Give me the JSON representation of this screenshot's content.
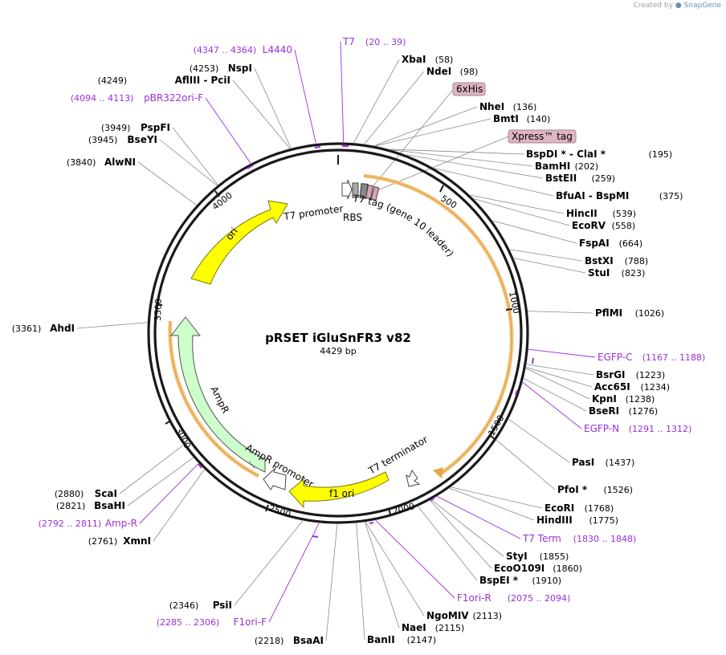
{
  "credit": {
    "prefix": "Created by",
    "brand": "SnapGene"
  },
  "plasmid": {
    "name": "pRSET iGluSnFR3 v82",
    "size_label": "4429 bp",
    "length": 4429
  },
  "tick_labels": [
    "500",
    "1000",
    "1500",
    "2000",
    "2500",
    "3000",
    "3500",
    "4000"
  ],
  "features": {
    "ori": "ori",
    "ampr": "AmpR",
    "ampr_promoter": "AmpR promoter",
    "f1ori": "f1 ori",
    "t7_terminator": "T7 terminator",
    "t7_promoter": "T7 promoter",
    "rbs": "RBS",
    "t7tag": "T7 tag (gene 10 leader)",
    "his": "6xHis",
    "xpress": "Xpress™ tag"
  },
  "sites": [
    {
      "name": "XbaI",
      "pos": "(58)"
    },
    {
      "name": "NdeI",
      "pos": "(98)"
    },
    {
      "name": "NheI",
      "pos": "(136)"
    },
    {
      "name": "BmtI",
      "pos": "(140)"
    },
    {
      "name": "BspDI *",
      "sep": "-",
      "name2": "ClaI *",
      "pos": "(195)"
    },
    {
      "name": "BamHI",
      "pos": "(202)"
    },
    {
      "name": "BstEII",
      "pos": "(259)"
    },
    {
      "name": "BfuAI",
      "sep": "-",
      "name2": "BspMI",
      "pos": "(375)"
    },
    {
      "name": "HincII",
      "pos": "(539)"
    },
    {
      "name": "EcoRV",
      "pos": "(558)"
    },
    {
      "name": "FspAI",
      "pos": "(664)"
    },
    {
      "name": "BstXI",
      "pos": "(788)"
    },
    {
      "name": "StuI",
      "pos": "(823)"
    },
    {
      "name": "PflMI",
      "pos": "(1026)"
    },
    {
      "name": "BsrGI",
      "pos": "(1223)"
    },
    {
      "name": "Acc65I",
      "pos": "(1234)"
    },
    {
      "name": "KpnI",
      "pos": "(1238)"
    },
    {
      "name": "BseRI",
      "pos": "(1276)"
    },
    {
      "name": "PasI",
      "pos": "(1437)"
    },
    {
      "name": "PfoI *",
      "pos": "(1526)"
    },
    {
      "name": "EcoRI",
      "pos": "(1768)"
    },
    {
      "name": "HindIII",
      "pos": "(1775)"
    },
    {
      "name": "StyI",
      "pos": "(1855)"
    },
    {
      "name": "EcoO109I",
      "pos": "(1860)"
    },
    {
      "name": "BspEI *",
      "pos": "(1910)"
    },
    {
      "name": "NgoMIV",
      "pos": "(2113)"
    },
    {
      "name": "NaeI",
      "pos": "(2115)"
    },
    {
      "name": "BanII",
      "pos": "(2147)"
    },
    {
      "name": "BsaAI",
      "pos": "(2218)"
    },
    {
      "name": "PsiI",
      "pos": "(2346)"
    },
    {
      "name": "XmnI",
      "pos": "(2761)"
    },
    {
      "name": "BsaHI",
      "pos": "(2821)"
    },
    {
      "name": "ScaI",
      "pos": "(2880)"
    },
    {
      "name": "AhdI",
      "pos": "(3361)"
    },
    {
      "name": "AlwNI",
      "pos": "(3840)"
    },
    {
      "name": "BseYI",
      "pos": "(3945)"
    },
    {
      "name": "PspFI",
      "pos": "(3949)"
    },
    {
      "name": "AflIII",
      "sep": "-",
      "name2": "PciI",
      "pos": "(4249)"
    },
    {
      "name": "NspI",
      "pos": "(4253)"
    }
  ],
  "primers": [
    {
      "name": "T7",
      "range": "(20 .. 39)"
    },
    {
      "name": "L4440",
      "range": "(4347 .. 4364)"
    },
    {
      "name": "pBR322ori-F",
      "range": "(4094 .. 4113)"
    },
    {
      "name": "EGFP-C",
      "range": "(1167 .. 1188)"
    },
    {
      "name": "EGFP-N",
      "range": "(1291 .. 1312)"
    },
    {
      "name": "T7 Term",
      "range": "(1830 .. 1848)"
    },
    {
      "name": "F1ori-R",
      "range": "(2075 .. 2094)"
    },
    {
      "name": "F1ori-F",
      "range": "(2285 .. 2306)"
    },
    {
      "name": "Amp-R",
      "range": "(2792 .. 2811)"
    }
  ]
}
